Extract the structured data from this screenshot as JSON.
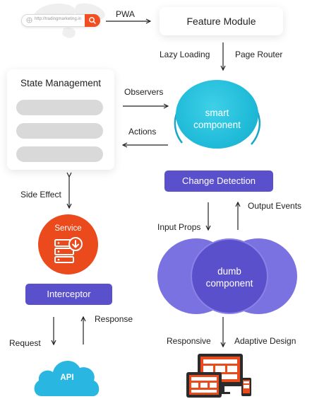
{
  "browser": {
    "url_text": "http://tradingmarketing.in",
    "search_icon": "search-icon"
  },
  "labels": {
    "pwa": "PWA",
    "lazy_loading": "Lazy Loading",
    "page_router": "Page Router",
    "observers": "Observers",
    "actions": "Actions",
    "side_effect": "Side Effect",
    "input_props": "Input Props",
    "output_events": "Output Events",
    "request": "Request",
    "response": "Response",
    "responsive": "Responsive",
    "adaptive_design": "Adaptive Design"
  },
  "nodes": {
    "feature_module": "Feature Module",
    "state_management": "State Management",
    "smart_line1": "smart",
    "smart_line2": "component",
    "change_detection": "Change Detection",
    "service": "Service",
    "interceptor": "Interceptor",
    "dumb_line1": "dumb",
    "dumb_line2": "component",
    "api": "API"
  },
  "colors": {
    "accent_orange": "#ea4a1c",
    "accent_purple": "#5b50cc",
    "accent_cyan": "#21bcd9",
    "cloud_blue": "#29b6e0"
  }
}
